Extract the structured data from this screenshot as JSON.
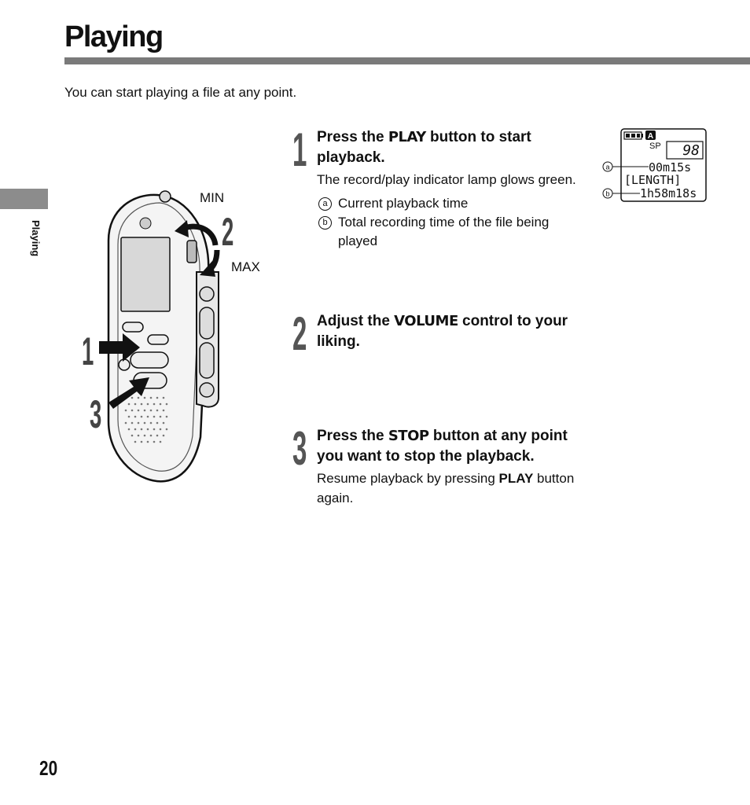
{
  "page": {
    "title": "Playing",
    "intro": "You can start playing a file at any point.",
    "side_label": "Playing",
    "page_number": "20"
  },
  "illustration": {
    "volume_min_label": "MIN",
    "volume_max_label": "MAX",
    "callouts": [
      "1",
      "2",
      "3"
    ]
  },
  "lcd": {
    "mode": "SP",
    "folder": "A",
    "file_number": "98",
    "current_time": "00m15s",
    "length_label": "[LENGTH]",
    "total_time": "1h58m18s",
    "marker_a": "a",
    "marker_b": "b"
  },
  "steps": [
    {
      "number": "1",
      "head_pre": "Press the ",
      "keyword": "PLAY",
      "head_post": " button to start playback.",
      "text": "The record/play indicator lamp glows green.",
      "legend": [
        {
          "mark": "a",
          "text": "Current playback time"
        },
        {
          "mark": "b",
          "text": "Total recording time of the file being played"
        }
      ]
    },
    {
      "number": "2",
      "head_pre": "Adjust the ",
      "keyword": "VOLUME",
      "head_post": " control to your liking."
    },
    {
      "number": "3",
      "head_pre": "Press the ",
      "keyword": "STOP",
      "head_post": " button at any point you want to stop the playback.",
      "text_pre": "Resume playback by pressing ",
      "text_keyword": "PLAY",
      "text_post": " button again."
    }
  ]
}
